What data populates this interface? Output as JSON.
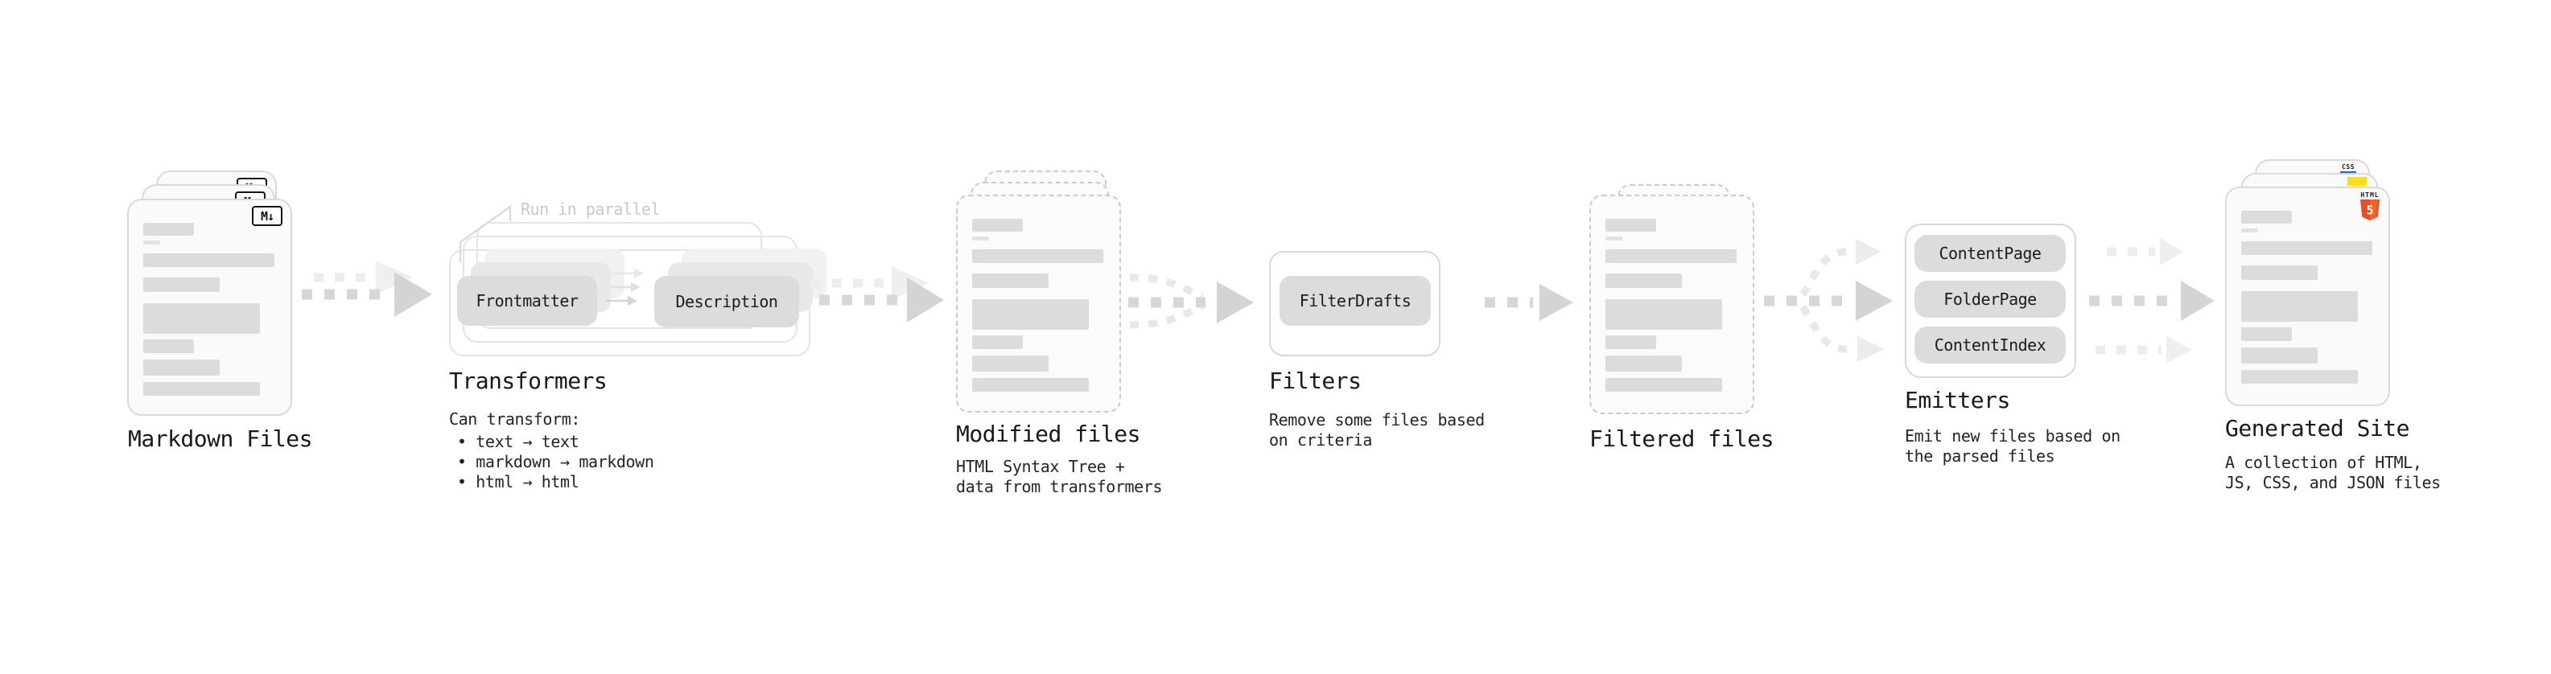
{
  "markdown_files": {
    "title": "Markdown Files",
    "badge": "M↓"
  },
  "transformers": {
    "title": "Transformers",
    "annotation": "Run in parallel",
    "pill_left": "Frontmatter",
    "pill_right": "Description",
    "desc_heading": "Can transform:",
    "bullets": [
      "• text → text",
      "• markdown → markdown",
      "• html → html"
    ]
  },
  "modified_files": {
    "title": "Modified files",
    "lines": [
      "HTML Syntax Tree +",
      "data from transformers"
    ]
  },
  "filters": {
    "title": "Filters",
    "pill": "FilterDrafts",
    "lines": [
      "Remove some files based",
      "on criteria"
    ]
  },
  "filtered_files": {
    "title": "Filtered files"
  },
  "emitters": {
    "title": "Emitters",
    "pills": [
      "ContentPage",
      "FolderPage",
      "ContentIndex"
    ],
    "lines": [
      "Emit new files based on",
      "the parsed files"
    ]
  },
  "generated_site": {
    "title": "Generated Site",
    "lines": [
      "A collection of HTML,",
      "JS, CSS, and JSON files"
    ],
    "css_badge": "CSS",
    "html_badge": "HTML",
    "html_badge_number": "5"
  },
  "colors": {
    "html5_orange": "#e34f26",
    "html5_orange_light": "#f06529",
    "js_yellow": "#f7df1e",
    "css_blue": "#2962f1"
  }
}
